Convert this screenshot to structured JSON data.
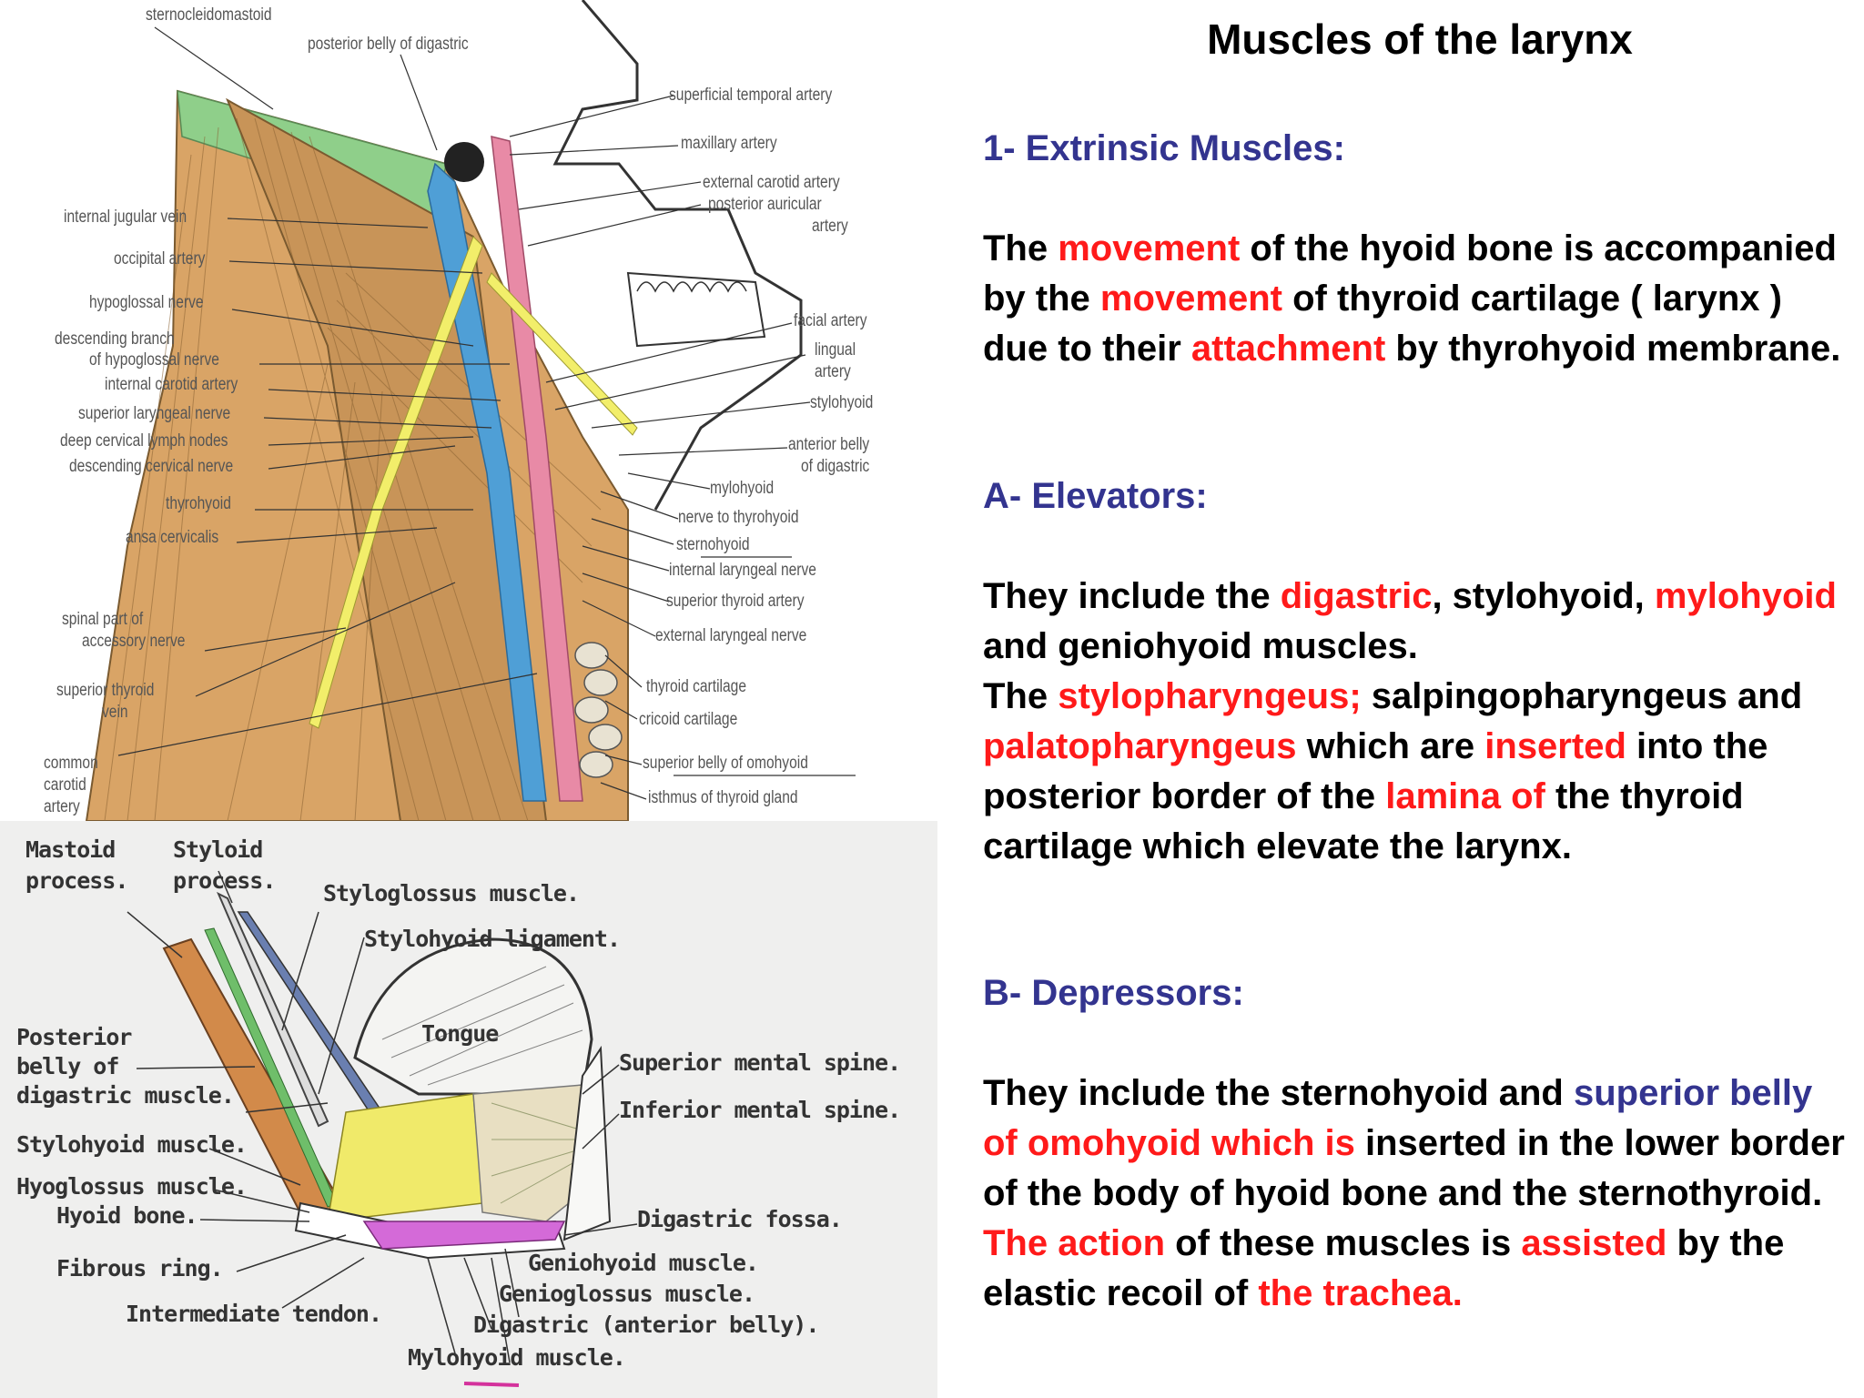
{
  "title": "Muscles of the larynx",
  "text": {
    "h1": "1- Extrinsic Muscles:",
    "p1": [
      "The ",
      "movement",
      " of the hyoid bone is accompanied by the ",
      "movement",
      " of thyroid cartilage ( larynx ) due to their ",
      "attachment",
      " by thyrohyoid membrane."
    ],
    "h2": "A- Elevators:",
    "p2a": [
      "They include the ",
      "digastric",
      ", stylohyoid, ",
      "mylohyoid",
      " and geniohyoid muscles."
    ],
    "p2b": [
      "The ",
      "stylopharyngeus;",
      " salpingopharyngeus and ",
      "palatopharyngeus",
      " which are ",
      "inserted",
      " into the posterior border of the ",
      "lamina of",
      " the thyroid cartilage which elevate the larynx."
    ],
    "h3": "B- Depressors:",
    "p3": [
      "They include the sternohyoid and ",
      "superior belly",
      " of omohyoid which is",
      " inserted in the lower border of the body of hyoid bone and the sternothyroid. ",
      "The action",
      " of these muscles is ",
      "assisted",
      " by the elastic recoil of ",
      "the trachea."
    ]
  },
  "top_labels_left": [
    "sternocleidomastoid",
    "internal jugular vein",
    "occipital artery",
    "hypoglossal nerve",
    "descending branch",
    "of  hypoglossal nerve",
    "internal carotid artery",
    "superior laryngeal nerve",
    "deep cervical lymph nodes",
    "descending cervical nerve",
    "thyrohyoid",
    "ansa cervicalis",
    "spinal part of",
    "accessory nerve",
    "superior thyroid",
    "vein",
    "common",
    "carotid",
    "artery"
  ],
  "top_labels_right": [
    "posterior belly of digastric",
    "superficial temporal artery",
    "maxillary artery",
    "external carotid artery",
    "posterior auricular",
    "artery",
    "facial artery",
    "lingual",
    "artery",
    "stylohyoid",
    "anterior belly",
    "of digastric",
    "mylohyoid",
    "nerve to thyrohyoid",
    "sternohyoid",
    "internal laryngeal nerve",
    "superior thyroid artery",
    "external laryngeal nerve",
    "thyroid cartilage",
    "cricoid cartilage",
    "superior belly of omohyoid",
    "isthmus of thyroid gland"
  ],
  "bottom_labels": [
    "Mastoid",
    "process.",
    "Styloid",
    "process.",
    "Styloglossus muscle.",
    "Stylohyoid ligament.",
    "Tongue",
    "Posterior",
    "belly of",
    "digastric muscle.",
    "Superior mental spine.",
    "Inferior mental spine.",
    "Stylohyoid muscle.",
    "Hyoglossus muscle.",
    "Hyoid bone.",
    "Digastric fossa.",
    "Fibrous ring.",
    "Geniohyoid muscle.",
    "Genioglossus muscle.",
    "Intermediate tendon.",
    "Digastric (anterior belly).",
    "Mylohyoid muscle."
  ],
  "colors": {
    "heading": "#33348f",
    "highlight": "#ff1a1a",
    "muscle": "#d9a466",
    "vein": "#4f9fd6",
    "artery": "#e88aa6",
    "nerve": "#f2ee6a",
    "green": "#8fcf8a"
  }
}
